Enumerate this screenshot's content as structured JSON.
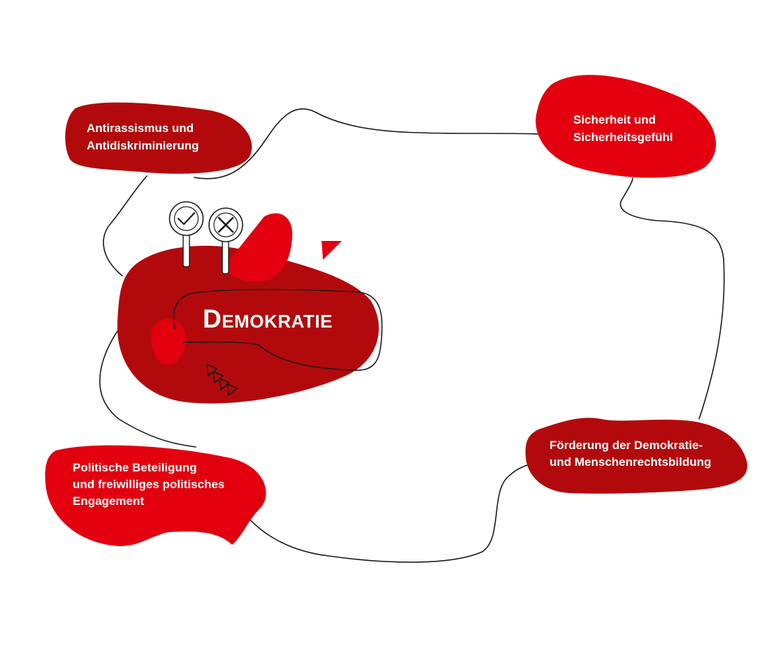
{
  "center": {
    "title": "Demokratie"
  },
  "nodes": {
    "antirassismus": {
      "lines": [
        "Antirassismus und",
        "Antidiskriminierung"
      ]
    },
    "sicherheit": {
      "lines": [
        "Sicherheit und",
        "Sicherheitsgefühl"
      ]
    },
    "beteiligung": {
      "lines": [
        "Politische Beteiligung",
        "und freiwilliges politisches",
        "Engagement"
      ]
    },
    "foerderung": {
      "lines": [
        "Förderung der Demokratie-",
        "und Menschenrechtsbildung"
      ]
    }
  },
  "colors": {
    "dark_red": "#b20a0c",
    "bright_red": "#e2000f",
    "line": "#1a1a1a",
    "text": "#ffffff"
  },
  "icons": [
    "check-sign-icon",
    "cross-sign-icon",
    "triangle-marker-icon",
    "arrow-chevrons-icon"
  ]
}
